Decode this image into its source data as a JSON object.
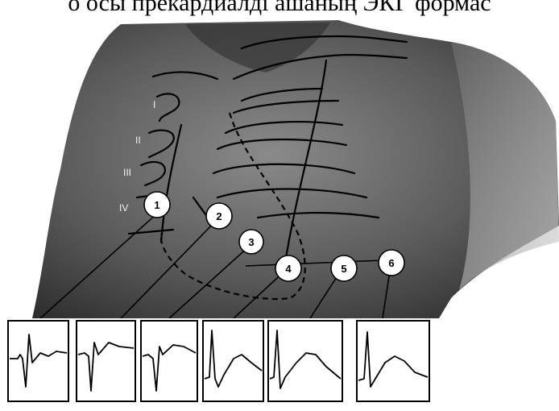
{
  "caption": "о осы прекардиалді ашаның ЭКГ формас",
  "rib_labels": [
    "I",
    "II",
    "III",
    "IV"
  ],
  "lead_positions": [
    "1",
    "2",
    "3",
    "4",
    "5",
    "6"
  ],
  "colors": {
    "skin_dark": "#3a3a3a",
    "skin_light": "#9a9a9a",
    "line": "#000000",
    "panel_bg": "#ffffff"
  }
}
